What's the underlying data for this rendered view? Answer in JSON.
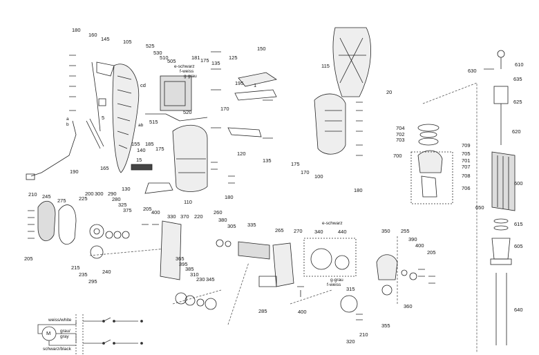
{
  "diagram": {
    "part_labels": [
      "180",
      "160",
      "145",
      "105",
      "525",
      "530",
      "510",
      "505",
      "181",
      "175",
      "135",
      "125",
      "150",
      "115",
      "610",
      "630",
      "635",
      "625",
      "620",
      "704",
      "702",
      "703",
      "709",
      "705",
      "701",
      "707",
      "700",
      "708",
      "706",
      "600",
      "650",
      "615",
      "605",
      "640",
      "20",
      "195",
      "1",
      "cd",
      "e-schwarz",
      "f-weiss",
      "g-grau",
      "170",
      "520",
      "515",
      "5",
      "a",
      "b",
      "ab",
      "155",
      "140",
      "185",
      "175",
      "15",
      "190",
      "165",
      "110",
      "130",
      "120",
      "135",
      "175",
      "170",
      "100",
      "180",
      "180",
      "210",
      "245",
      "275",
      "225",
      "200",
      "300",
      "290",
      "280",
      "325",
      "375",
      "205",
      "400",
      "330",
      "370",
      "220",
      "260",
      "380",
      "305",
      "335",
      "265",
      "270",
      "e-schwarz",
      "340",
      "440",
      "350",
      "255",
      "390",
      "400",
      "205",
      "240",
      "215",
      "235",
      "295",
      "205",
      "365",
      "395",
      "385",
      "310",
      "230",
      "345",
      "285",
      "400",
      "g-grau",
      "f-weiss",
      "315",
      "320",
      "210",
      "355",
      "360"
    ],
    "wiring": {
      "motor_symbol": "M",
      "labels": [
        "weiss/white",
        "grau/",
        "gray",
        "schwarz/black"
      ]
    }
  }
}
